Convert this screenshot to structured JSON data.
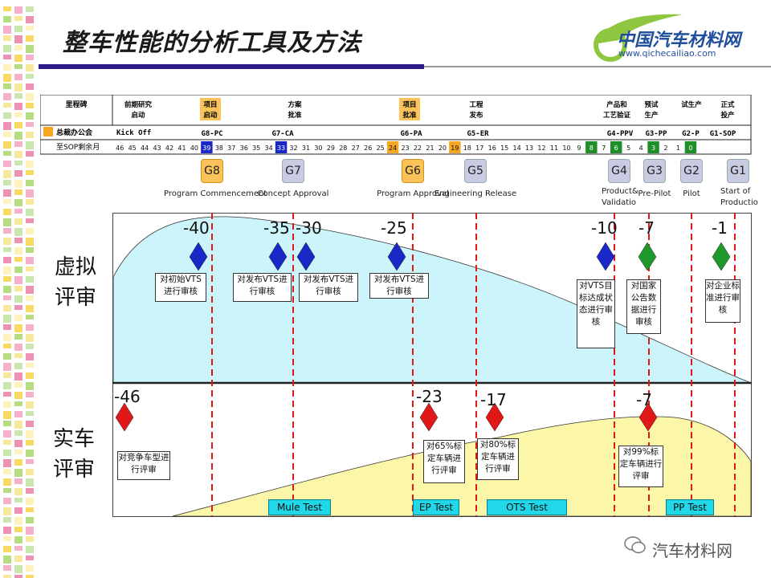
{
  "title": "整车性能的分析工具及方法",
  "logo": {
    "name": "中国汽车材料网",
    "url": "www.qichecailiao.com"
  },
  "footer": "汽车材料网",
  "side_labels": {
    "virtual_1": "虚拟",
    "virtual_2": "评审",
    "real_1": "实车",
    "real_2": "评审"
  },
  "table": {
    "row1_label": "里程碑",
    "row2_label": "总裁办公会",
    "row3_label": "至SOP剩余月",
    "kickoff": "Kick Off",
    "milestone_headers": [
      {
        "l1": "前期研究",
        "l2": "启动"
      },
      {
        "l1": "项目",
        "l2": "启动"
      },
      {
        "l1": "方案",
        "l2": "批准"
      },
      {
        "l1": "项目",
        "l2": "批准"
      },
      {
        "l1": "工程",
        "l2": "发布"
      },
      {
        "l1": "产品和",
        "l2": "工艺验证"
      },
      {
        "l1": "预试",
        "l2": "生产"
      },
      {
        "l1": "试生产",
        "l2": ""
      },
      {
        "l1": "正式",
        "l2": "投产"
      }
    ],
    "gate_codes": [
      "G8-PC",
      "G7-CA",
      "G6-PA",
      "G5-ER",
      "G4-PPV",
      "G3-PP",
      "G2-P",
      "G1-SOP"
    ],
    "months": [
      "46",
      "45",
      "44",
      "43",
      "42",
      "41",
      "40",
      "39",
      "38",
      "37",
      "36",
      "35",
      "34",
      "33",
      "32",
      "31",
      "30",
      "29",
      "28",
      "27",
      "26",
      "25",
      "24",
      "23",
      "22",
      "21",
      "20",
      "19",
      "18",
      "17",
      "16",
      "15",
      "14",
      "13",
      "12",
      "11",
      "10",
      "9",
      "8",
      "7",
      "6",
      "5",
      "4",
      "3",
      "2",
      "1",
      "0"
    ],
    "highlight_colors": {
      "39": "#1a28c8",
      "33": "#1a28c8",
      "24": "#f5a623",
      "19": "#f5a623",
      "8": "#1f8f2a",
      "6": "#1f8f2a",
      "3": "#1f8f2a",
      "0": "#1f8f2a"
    }
  },
  "gates": [
    {
      "code": "G8",
      "label": "Program Commencement",
      "color": "orange"
    },
    {
      "code": "G7",
      "label": "Concept Approval",
      "color": "blue"
    },
    {
      "code": "G6",
      "label": "Program Approval",
      "color": "orange"
    },
    {
      "code": "G5",
      "label": "Engineering Release",
      "color": "blue"
    },
    {
      "code": "G4",
      "label_1": "Product&",
      "label_2": "Validatio",
      "color": "blue"
    },
    {
      "code": "G3",
      "label": "Pre-Pilot",
      "color": "blue"
    },
    {
      "code": "G2",
      "label": "Pilot",
      "color": "blue"
    },
    {
      "code": "G1",
      "label_1": "Start of",
      "label_2": "Productio",
      "color": "blue"
    }
  ],
  "virtual_reviews": [
    {
      "num": "-40",
      "text": "对初始VTS进行审核",
      "color": "#1a28c8"
    },
    {
      "num": "-35",
      "text": "对发布VTS进行审核",
      "color": "#1a28c8"
    },
    {
      "num": "-30",
      "text": "对发布VTS进行审核",
      "color": "#1a28c8"
    },
    {
      "num": "-25",
      "text": "对发布VTS进行审核",
      "color": "#1a28c8"
    },
    {
      "num": "-10",
      "text": "对VTS目标达成状态进行审核",
      "color": "#1a28c8"
    },
    {
      "num": "-7",
      "text": "对国家公告数据进行审核",
      "color": "#1f9a2a"
    },
    {
      "num": "-1",
      "text": "对企业标准进行审核",
      "color": "#1f9a2a"
    }
  ],
  "real_reviews": [
    {
      "num": "-46",
      "text": "对竞争车型进行评审",
      "color": "#e01818"
    },
    {
      "num": "-23",
      "text": "对65%标定车辆进行评审",
      "color": "#e01818"
    },
    {
      "num": "-17",
      "text": "对80%标定车辆进行评审",
      "color": "#e01818"
    },
    {
      "num": "-7",
      "text": "对99%标定车辆进行评审",
      "color": "#e01818"
    }
  ],
  "tests": [
    "Mule Test",
    "EP Test",
    "OTS Test",
    "PP Test"
  ],
  "colors": {
    "virtual_fill": "#ccf4fb",
    "real_fill": "#fbf6a8",
    "dash": "#e01818",
    "accent_bar": "#2a1a8a"
  }
}
